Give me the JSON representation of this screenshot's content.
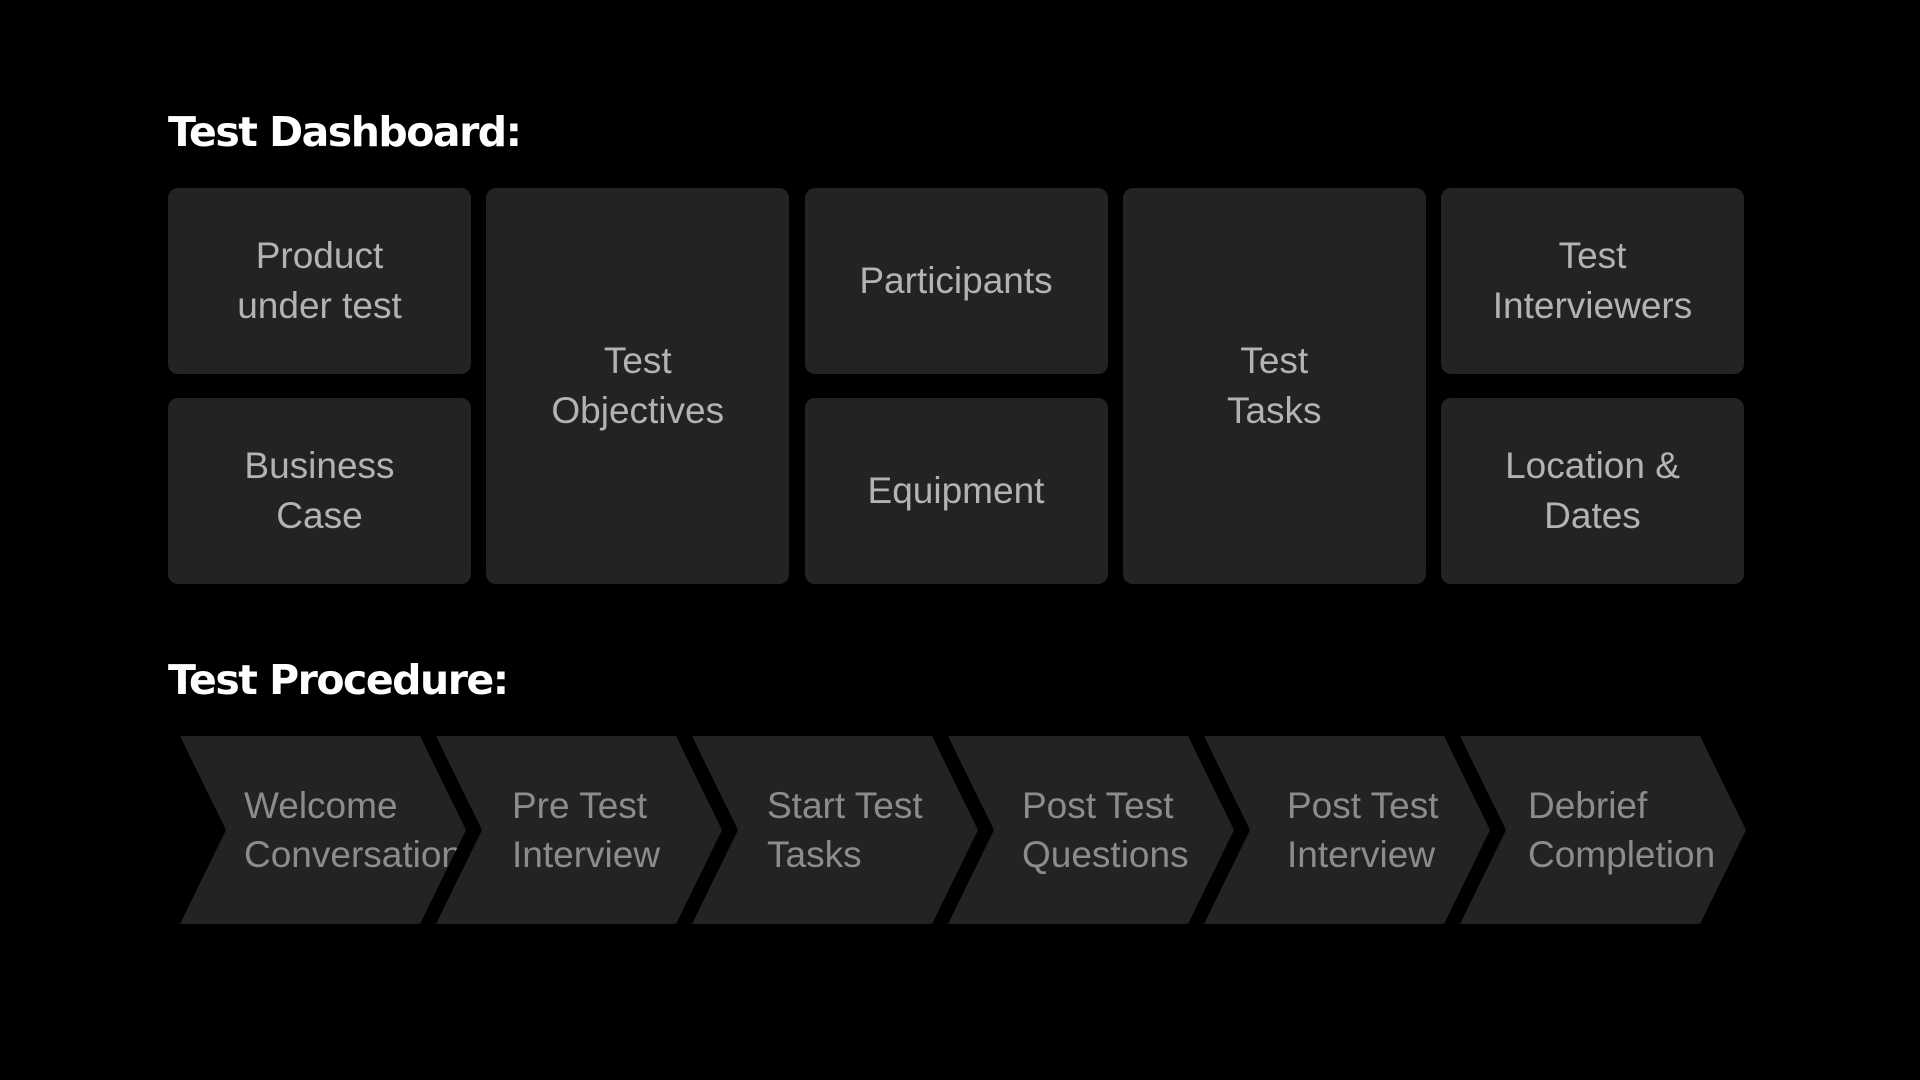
{
  "dashboard": {
    "title": "Test Dashboard:",
    "tiles": {
      "product": "Product\nunder test",
      "business_case": "Business\nCase",
      "objectives": "Test\nObjectives",
      "participants": "Participants",
      "equipment": "Equipment",
      "tasks": "Test\nTasks",
      "interviewers": "Test\nInterviewers",
      "location": "Location &\nDates"
    },
    "colors": {
      "background": "#000000",
      "tile": "#232323",
      "tile_text": "#b3b3b3",
      "title_text": "#ffffff"
    }
  },
  "procedure": {
    "title": "Test Procedure:",
    "steps": [
      "Welcome\nConversation",
      "Pre Test\nInterview",
      "Start Test\nTasks",
      "Post Test\nQuestions",
      "Post Test\nInterview",
      "Debrief\nCompletion"
    ],
    "colors": {
      "step": "#232323",
      "step_text": "#8c8c8c"
    }
  }
}
